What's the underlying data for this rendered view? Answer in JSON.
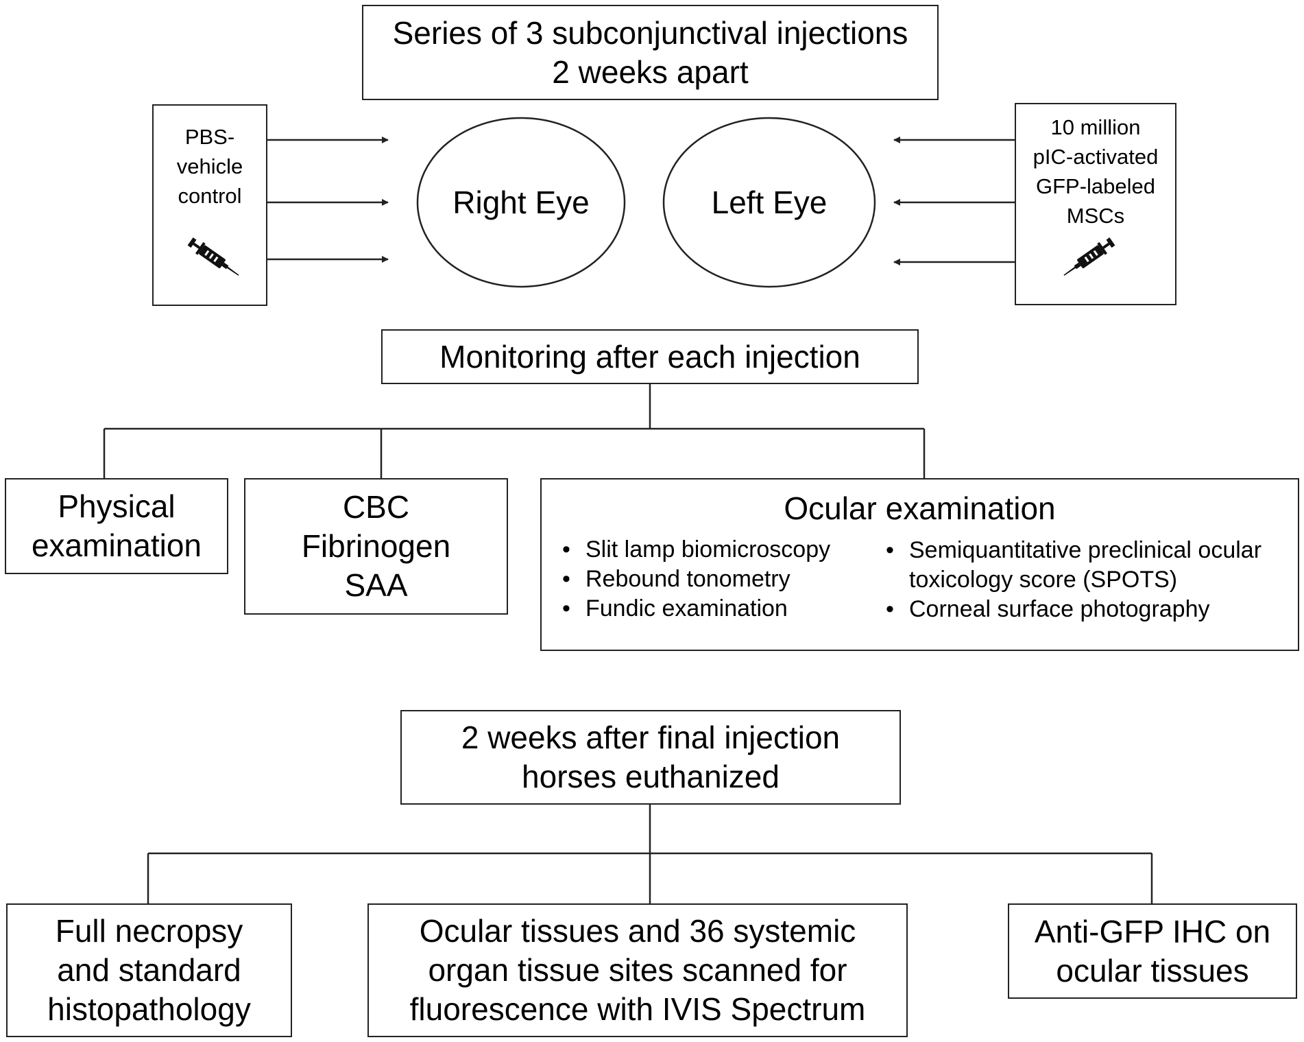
{
  "top_box": {
    "line1": "Series of 3 subconjunctival injections",
    "line2": "2 weeks apart"
  },
  "left_box": {
    "line1": "PBS-",
    "line2": "vehicle",
    "line3": "control"
  },
  "right_box": {
    "line1": "10 million",
    "line2": "pIC-activated",
    "line3": "GFP-labeled",
    "line4": "MSCs"
  },
  "right_eye": "Right Eye",
  "left_eye": "Left Eye",
  "monitoring": "Monitoring after each injection",
  "physical": {
    "line1": "Physical",
    "line2": "examination"
  },
  "lab": {
    "line1": "CBC",
    "line2": "Fibrinogen",
    "line3": "SAA"
  },
  "ocular": {
    "title": "Ocular examination",
    "bullet": "•",
    "left_items": [
      "Slit lamp biomicroscopy",
      "Rebound tonometry",
      "Fundic examination"
    ],
    "right_items": [
      {
        "line1": "Semiquantitative preclinical ocular",
        "line2": "toxicology score (SPOTS)"
      },
      {
        "line1": "Corneal surface photography"
      }
    ]
  },
  "final": {
    "line1": "2 weeks after final injection",
    "line2": "horses euthanized"
  },
  "necropsy": {
    "line1": "Full necropsy",
    "line2": "and standard",
    "line3": "histopathology"
  },
  "ivis": {
    "line1": "Ocular tissues and 36 systemic",
    "line2": "organ tissue sites scanned for",
    "line3": "fluorescence with IVIS Spectrum"
  },
  "ihc": {
    "line1": "Anti-GFP IHC on",
    "line2": "ocular tissues"
  },
  "colors": {
    "stroke": "#222222",
    "text": "#000000",
    "background": "#ffffff"
  }
}
